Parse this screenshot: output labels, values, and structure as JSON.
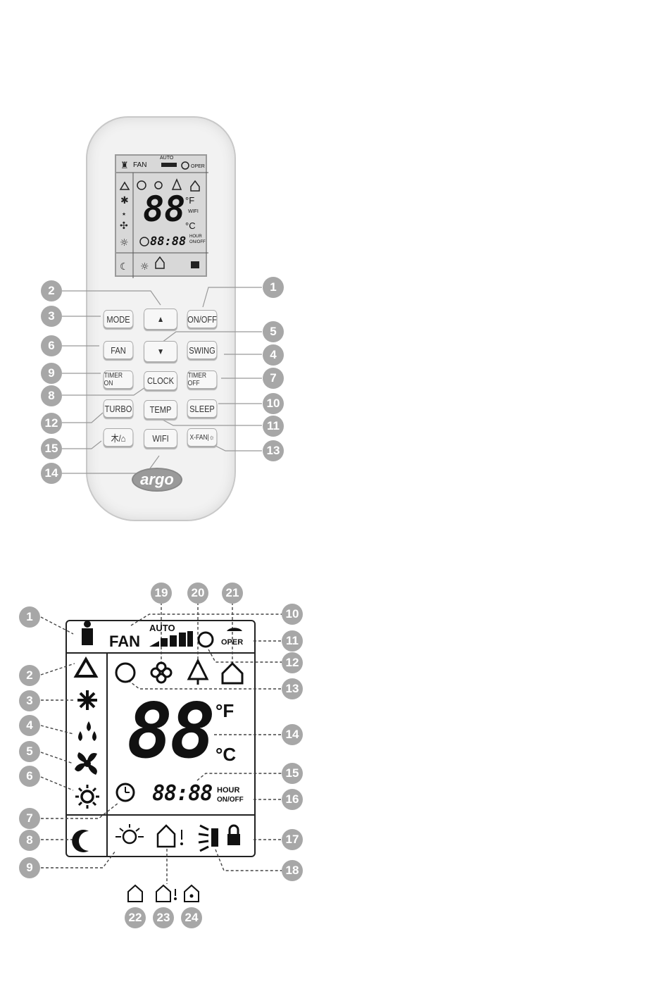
{
  "remote": {
    "lcd": {
      "fan_label": "FAN",
      "auto_label": "AUTO",
      "oper_label": "OPER",
      "temp_digits": "88",
      "unit_f": "°F",
      "unit_c": "°C",
      "wifi_label": "WIFI",
      "time_digits": "88:88",
      "hour_label": "HOUR",
      "onoff_label": "ON/OFF"
    },
    "buttons": {
      "mode": "MODE",
      "up": "▲",
      "on_off": "ON/OFF",
      "fan": "FAN",
      "down": "▼",
      "swing": "SWING",
      "timer_on": "TIMER ON",
      "clock": "CLOCK",
      "timer_off": "TIMER OFF",
      "turbo": "TURBO",
      "temp": "TEMP",
      "sleep": "SLEEP",
      "tree_home": "⽊/⌂",
      "wifi": "WIFI",
      "xfan": "X-FAN|☼"
    },
    "logo": "argo",
    "callouts": [
      "1",
      "2",
      "3",
      "4",
      "5",
      "6",
      "7",
      "8",
      "9",
      "10",
      "11",
      "12",
      "13",
      "14",
      "15"
    ]
  },
  "display": {
    "fan_label": "FAN",
    "auto_label": "AUTO",
    "oper_label": "OPER",
    "temp_digits": "88",
    "unit_f": "°F",
    "unit_c": "°C",
    "time_digits": "88:88",
    "hour_label": "HOUR",
    "onoff_label": "ON/OFF",
    "callouts_left": [
      "1",
      "2",
      "3",
      "4",
      "5",
      "6",
      "7",
      "8",
      "9"
    ],
    "callouts_right": [
      "10",
      "11",
      "12",
      "13",
      "14",
      "15",
      "16",
      "17",
      "18"
    ],
    "callouts_top": [
      "19",
      "20",
      "21"
    ],
    "callouts_bottom": [
      "22",
      "23",
      "24"
    ]
  }
}
